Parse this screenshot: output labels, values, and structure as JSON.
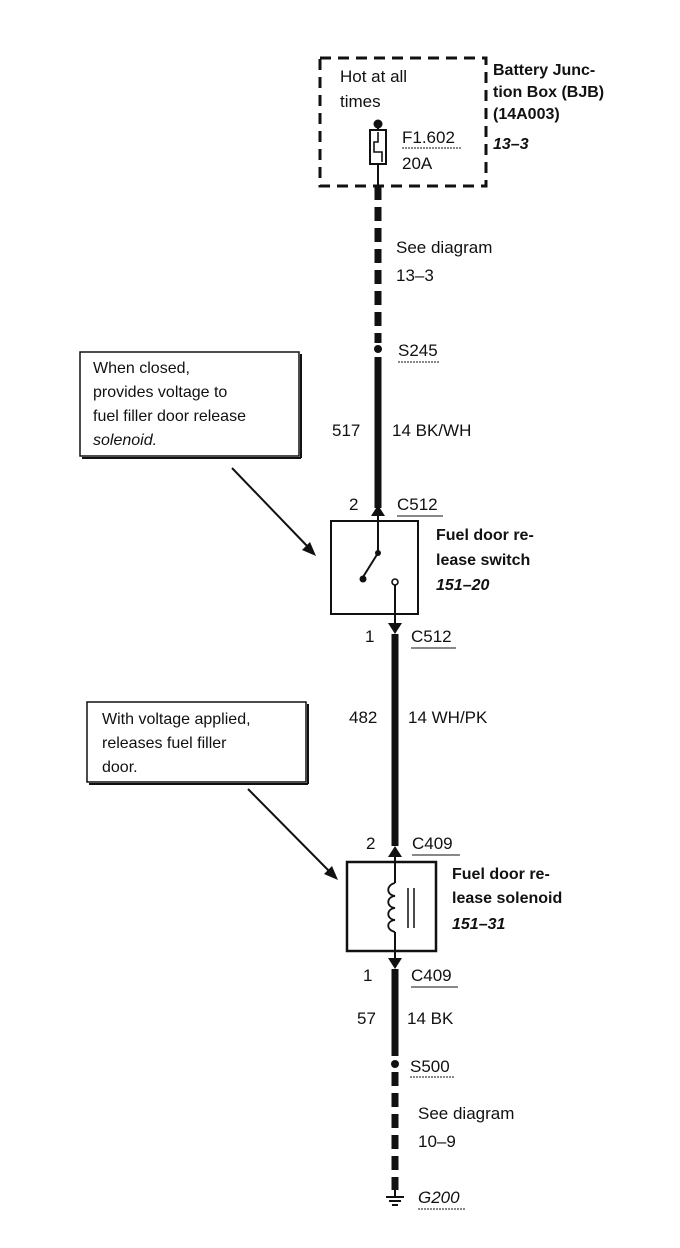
{
  "bjb": {
    "hot_text": [
      "Hot at all",
      "times"
    ],
    "fuse_id": "F1.602",
    "fuse_rating": "20A",
    "title_lines": [
      "Battery Junc-",
      "tion Box (BJB)",
      "(14A003)"
    ],
    "ref": "13–3"
  },
  "see_diagram_top": [
    "See diagram",
    "13–3"
  ],
  "splice_top": "S245",
  "wire_517": {
    "circuit": "517",
    "gauge_color": "14 BK/WH"
  },
  "note_switch": [
    "When closed,",
    "provides voltage to",
    "fuel filler door release",
    "solenoid."
  ],
  "switch": {
    "pin_top": "2",
    "connector_top": "C512",
    "title_lines": [
      "Fuel door re-",
      "lease switch"
    ],
    "ref": "151–20",
    "pin_bottom": "1",
    "connector_bottom": "C512"
  },
  "wire_482": {
    "circuit": "482",
    "gauge_color": "14 WH/PK"
  },
  "note_solenoid": [
    "With voltage applied,",
    "releases fuel filler",
    "door."
  ],
  "solenoid": {
    "pin_top": "2",
    "connector_top": "C409",
    "title_lines": [
      "Fuel door re-",
      "lease solenoid"
    ],
    "ref": "151–31",
    "pin_bottom": "1",
    "connector_bottom": "C409"
  },
  "wire_57": {
    "circuit": "57",
    "gauge_color": "14 BK"
  },
  "splice_bottom": "S500",
  "see_diagram_bottom": [
    "See diagram",
    "10–9"
  ],
  "ground": "G200"
}
